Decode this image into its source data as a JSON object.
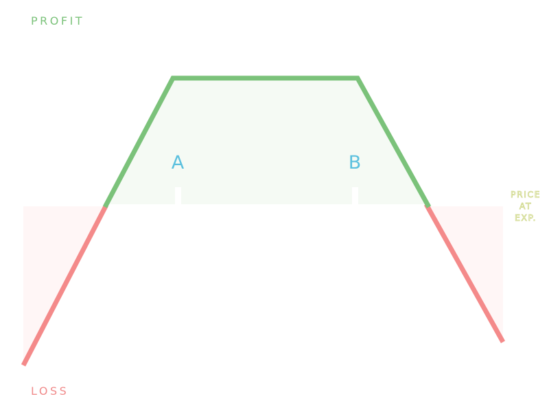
{
  "labels": {
    "profit": "PROFIT",
    "loss": "LOSS",
    "price_lines": [
      "PRICE",
      "AT",
      "EXP."
    ]
  },
  "strikes": [
    {
      "label": "A"
    },
    {
      "label": "B"
    }
  ],
  "colors": {
    "profit_line": "#7bc27a",
    "loss_line": "#f48a8a",
    "profit_fill": "#f5faf4",
    "loss_fill": "#fff6f6",
    "strike_label": "#5bc0de",
    "price_label_outline": "#c9d37a"
  }
}
